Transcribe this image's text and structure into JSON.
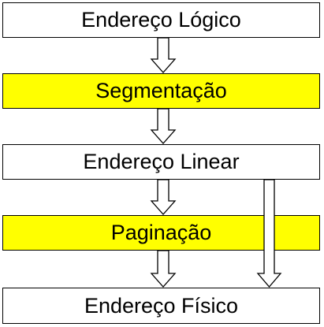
{
  "diagram": {
    "nodes": [
      {
        "id": "logical",
        "label": "Endereço Lógico",
        "highlight": false
      },
      {
        "id": "segmentation",
        "label": "Segmentação",
        "highlight": true
      },
      {
        "id": "linear",
        "label": "Endereço Linear",
        "highlight": false
      },
      {
        "id": "paging",
        "label": "Paginação",
        "highlight": true
      },
      {
        "id": "physical",
        "label": "Endereço Físico",
        "highlight": false
      }
    ],
    "edges": [
      {
        "from": "logical",
        "to": "segmentation"
      },
      {
        "from": "segmentation",
        "to": "linear"
      },
      {
        "from": "linear",
        "to": "paging"
      },
      {
        "from": "paging",
        "to": "physical"
      },
      {
        "from": "linear",
        "to": "physical"
      }
    ],
    "colors": {
      "highlight": "#ffff00",
      "default": "#ffffff",
      "border": "#000000"
    }
  }
}
